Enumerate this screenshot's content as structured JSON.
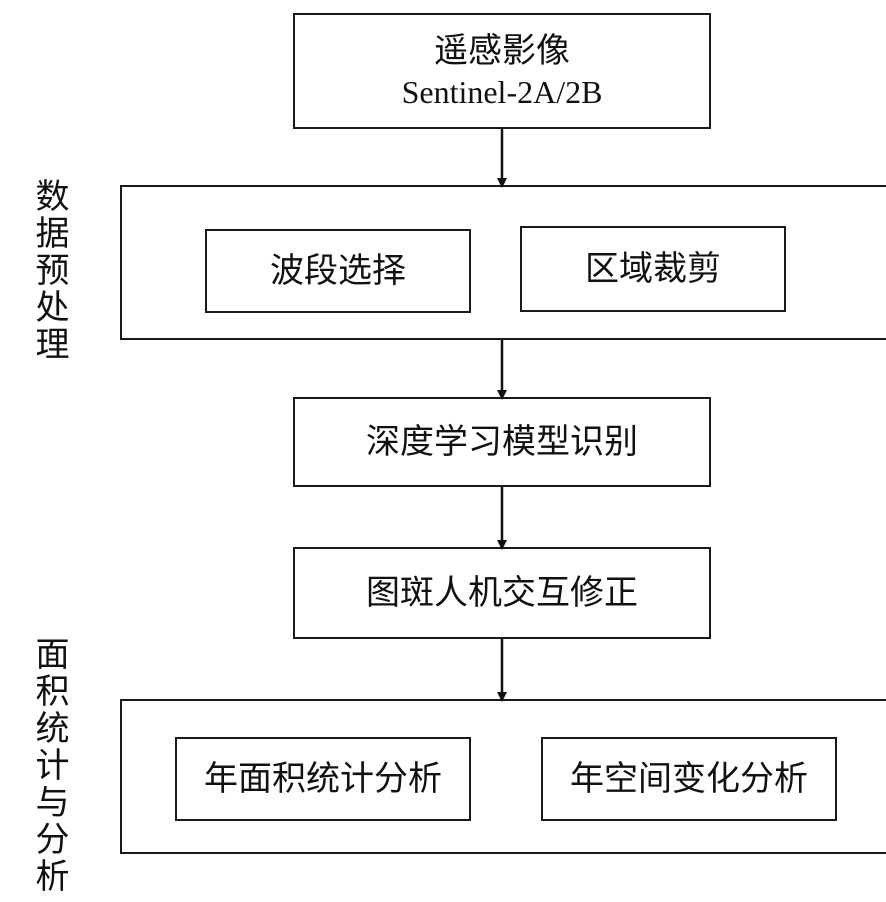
{
  "nodes": {
    "source_line1": "遥感影像",
    "source_line2": "Sentinel-2A/2B",
    "band_selection": "波段选择",
    "region_clipping": "区域裁剪",
    "dl_recognition": "深度学习模型识别",
    "manual_correction": "图斑人机交互修正",
    "annual_area_stats": "年面积统计分析",
    "annual_spatial_change": "年空间变化分析"
  },
  "groups": {
    "preprocessing": "数据预处理",
    "area_stats": "面积统计与分析"
  }
}
